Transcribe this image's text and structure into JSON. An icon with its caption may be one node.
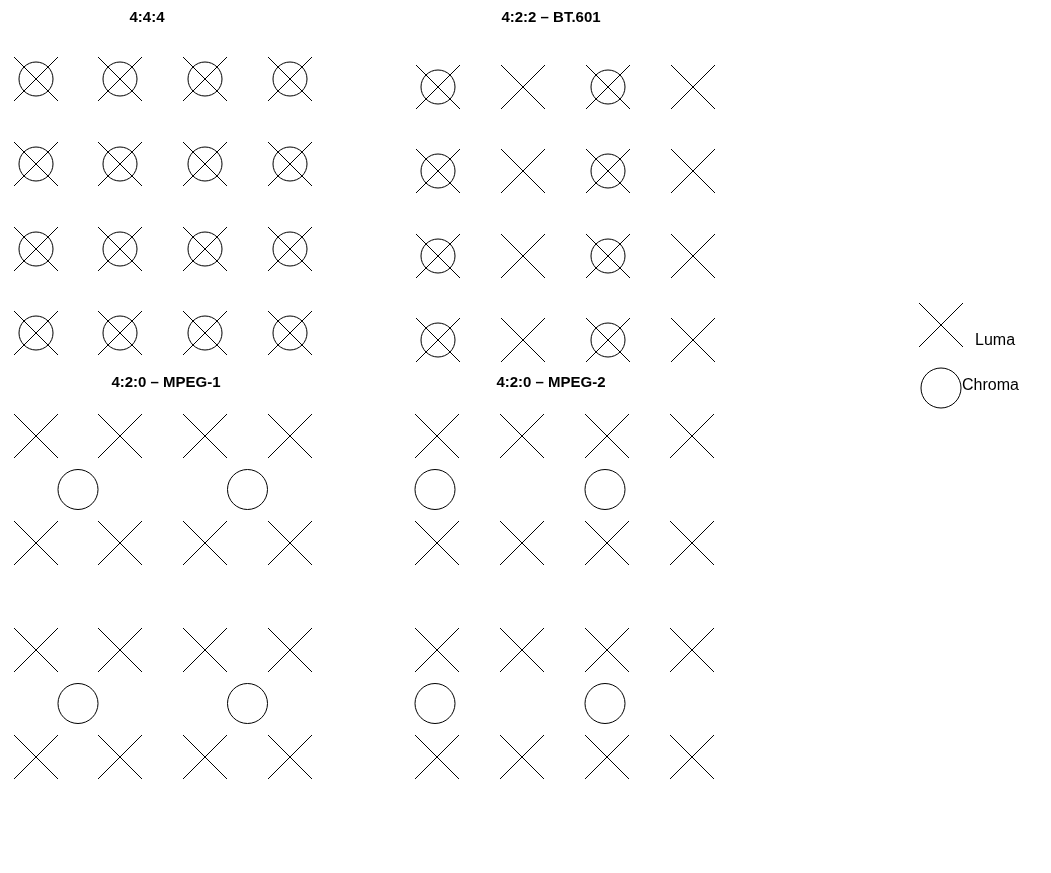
{
  "diagram": {
    "labels": [
      "4:4:4",
      "4:2:2 – BT.601",
      "4:2:0 – MPEG-1",
      "4:2:0 – MPEG-2"
    ],
    "legend": [
      {
        "text": "Luma"
      },
      {
        "text": "Chroma"
      }
    ]
  }
}
